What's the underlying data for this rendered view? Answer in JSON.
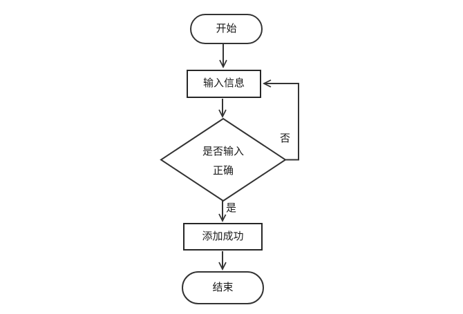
{
  "diagram": {
    "type": "flowchart",
    "background_color": "#ffffff",
    "line_color": "#333333",
    "text_color": "#1a1a1a",
    "nodes": [
      {
        "id": "start",
        "shape": "stadium",
        "label": "开始"
      },
      {
        "id": "input",
        "shape": "rect",
        "label": "输入信息"
      },
      {
        "id": "decision",
        "shape": "diamond",
        "label": "是否输入 正确",
        "label_lines": [
          "是否输入",
          "正确"
        ]
      },
      {
        "id": "success",
        "shape": "rect",
        "label": "添加成功"
      },
      {
        "id": "end",
        "shape": "stadium",
        "label": "结束"
      }
    ],
    "edges": [
      {
        "from": "start",
        "to": "input",
        "label": ""
      },
      {
        "from": "input",
        "to": "decision",
        "label": ""
      },
      {
        "from": "decision",
        "to": "success",
        "label": "是"
      },
      {
        "from": "decision",
        "to": "input",
        "label": "否",
        "route": "right-loop"
      },
      {
        "from": "success",
        "to": "end",
        "label": ""
      }
    ]
  }
}
